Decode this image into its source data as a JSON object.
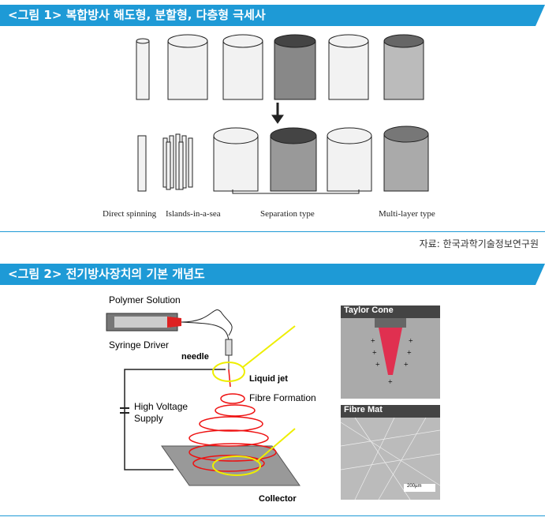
{
  "fig1": {
    "title": "<그림 1> 복합방사 해도형, 분할형, 다층형 극세사",
    "captions": {
      "direct": "Direct spinning",
      "islands": "Islands-in-a-sea",
      "separation": "Separation type",
      "multilayer": "Multi-layer type"
    },
    "source": "자료: 한국과학기술정보연구원"
  },
  "fig2": {
    "title": "<그림 2> 전기방사장치의 기본 개념도",
    "labels": {
      "polymer": "Polymer Solution",
      "syringe": "Syringe Driver",
      "needle": "needle",
      "liquid_jet": "Liquid jet",
      "fibre_formation": "Fibre Formation",
      "hv1": "High Voltage",
      "hv2": "Supply",
      "collector": "Collector",
      "taylor": "Taylor Cone",
      "fibremat": "Fibre Mat",
      "scale": "200µm"
    }
  }
}
